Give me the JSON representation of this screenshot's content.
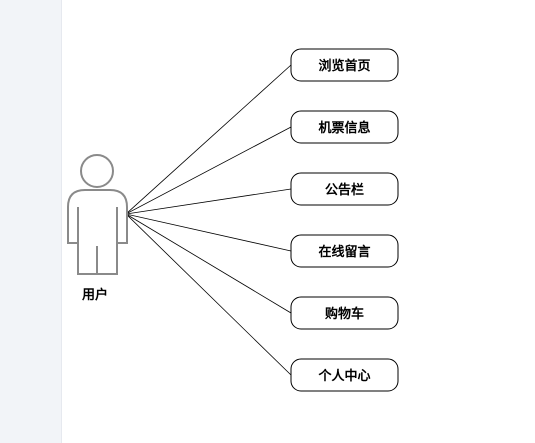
{
  "actor": {
    "label": "用户"
  },
  "use_cases": [
    {
      "label": "浏览首页"
    },
    {
      "label": "机票信息"
    },
    {
      "label": "公告栏"
    },
    {
      "label": "在线留言"
    },
    {
      "label": "购物车"
    },
    {
      "label": "个人中心"
    }
  ],
  "colors": {
    "stroke": "#000000",
    "actor_stroke": "#8a8a8a",
    "background": "#ffffff",
    "gutter": "#f2f4f8"
  }
}
